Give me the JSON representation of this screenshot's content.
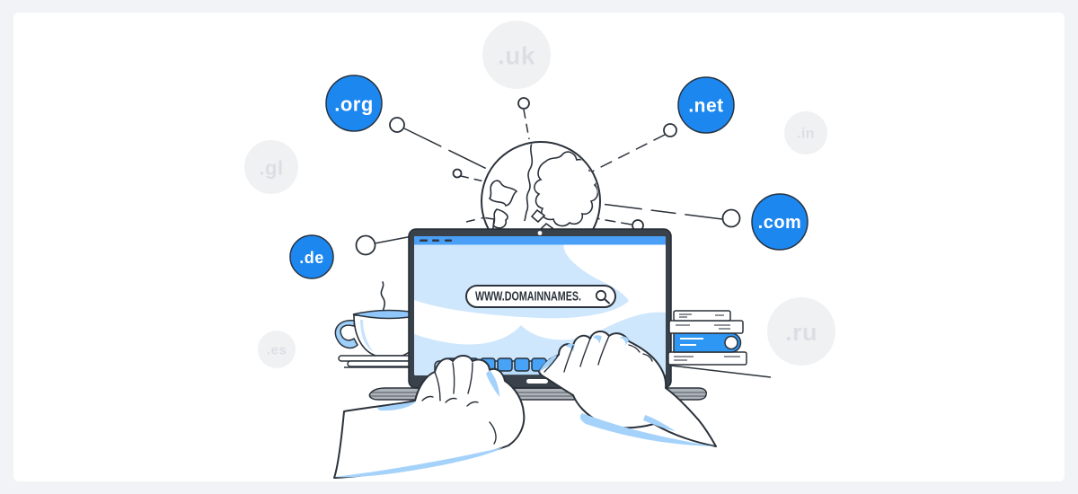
{
  "bubbles": [
    {
      "label": ".uk",
      "variant": "muted"
    },
    {
      "label": ".org",
      "variant": "blue"
    },
    {
      "label": ".net",
      "variant": "blue"
    },
    {
      "label": ".in",
      "variant": "muted"
    },
    {
      "label": ".gl",
      "variant": "muted"
    },
    {
      "label": ".com",
      "variant": "blue"
    },
    {
      "label": ".de",
      "variant": "blue"
    },
    {
      "label": ".ru",
      "variant": "muted"
    },
    {
      "label": ".es",
      "variant": "muted"
    }
  ],
  "laptop_screen": {
    "search_text": "WWW.DOMAINNAMES.",
    "search_icon": "magnifier-icon"
  },
  "icons": {
    "globe": "globe-icon",
    "search": "magnifier-icon"
  },
  "colors": {
    "accent_blue": "#1d87f0",
    "key_blue": "#48a2f5",
    "shading_blue": "#a5d2fa",
    "screen_blue": "#cfe7fd",
    "titlebar_blue": "#4aa0f6",
    "outline_dark": "#2b323b",
    "laptop_dark": "#39414a",
    "muted_bubble": "#f0f1f3",
    "muted_bubble_text": "#dbdfe4",
    "page_background": "#f1f3f6",
    "card_background": "#ffffff"
  }
}
